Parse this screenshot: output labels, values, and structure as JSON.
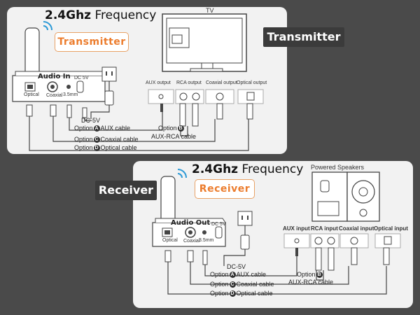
{
  "transmitter": {
    "freq_bold": "2.4Ghz",
    "freq_text": "Frequency",
    "tag": "Transmitter",
    "side_label": "Transmitter",
    "device_title": "Audio In",
    "ports": {
      "optical": "Optical",
      "coaxial": "Coaxial",
      "aux": "3.5mm",
      "dc": "DC 5V"
    },
    "tv_label": "TV",
    "tv_outputs": [
      "AUX output",
      "RCA output",
      "Coaxial output",
      "Optical output"
    ],
    "dc_label": "DC-5V",
    "option_a": {
      "letter": "A",
      "text": "AUX cable"
    },
    "option_b": {
      "letter": "B",
      "text": "Option"
    },
    "aux_rca": "AUX-RCA cable",
    "option_c": {
      "letter": "C",
      "text": "Coaxial cable"
    },
    "option_d": {
      "letter": "D",
      "text": "Optical cable"
    },
    "option_word": "Option"
  },
  "receiver": {
    "freq_bold": "2.4Ghz",
    "freq_text": "Frequency",
    "tag": "Receiver",
    "side_label": "Receiver",
    "device_title": "Audio Out",
    "ports": {
      "optical": "Optical",
      "coaxial": "Coaxial",
      "aux": "3.5mm",
      "dc": "DC 5V"
    },
    "speakers_label": "Powered Speakers",
    "speaker_inputs": [
      "AUX  input",
      "RCA input",
      "Coaxial input",
      "Optical input"
    ],
    "dc_label": "DC-5V",
    "option_a": {
      "letter": "A",
      "text": "AUX cable"
    },
    "option_b": {
      "letter": "B",
      "text": "Option"
    },
    "aux_rca": "AUX-RCA cable",
    "option_c": {
      "letter": "C",
      "text": "Coaxial cable"
    },
    "option_d": {
      "letter": "D",
      "text": "Optical cable"
    },
    "option_word": "Option"
  },
  "colors": {
    "panel": "#f2f2f2",
    "accent": "#ec7d2e",
    "wifi": "#2d9ad6",
    "dark": "#3b3b3b"
  }
}
